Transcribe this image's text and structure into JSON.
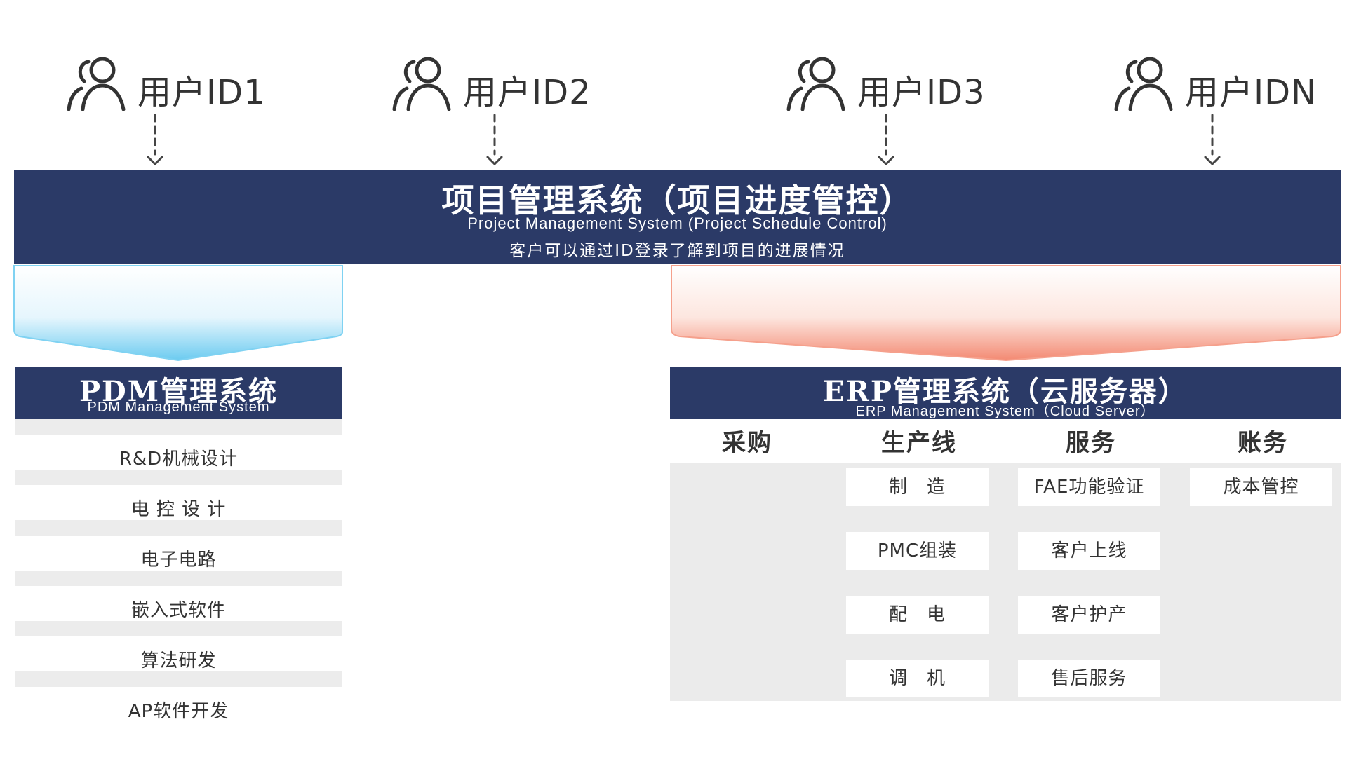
{
  "users": [
    {
      "label": "用户ID1",
      "icon": "user-icon"
    },
    {
      "label": "用户ID2",
      "icon": "user-icon"
    },
    {
      "label": "用户ID3",
      "icon": "user-icon"
    },
    {
      "label": "用户IDN",
      "icon": "user-icon"
    }
  ],
  "banner": {
    "title": "项目管理系统（项目进度管控）",
    "subtitle_en": "Project Management System (Project Schedule Control)",
    "description": "客户可以通过ID登录了解到项目的进展情况"
  },
  "pdm": {
    "title": "PDM管理系统",
    "subtitle_en": "PDM Management System",
    "items": [
      "R&D机械设计",
      "电 控 设 计",
      "电子电路",
      "嵌入式软件",
      "算法研发",
      "AP软件开发"
    ]
  },
  "erp": {
    "title": "ERP管理系统（云服务器）",
    "subtitle_en": "ERP Management System（Cloud Server）",
    "columns": [
      {
        "title": "采购",
        "items": []
      },
      {
        "title": "生产线",
        "items": [
          "制　造",
          "PMC组装",
          "配　电",
          "调　机"
        ]
      },
      {
        "title": "服务",
        "items": [
          "FAE功能验证",
          "客户上线",
          "客户护产",
          "售后服务"
        ]
      },
      {
        "title": "账务",
        "items": [
          "成本管控"
        ]
      }
    ]
  },
  "colors": {
    "navy": "#2b3a67",
    "pdm_gradient": "#5ec8f0",
    "erp_gradient": "#f38a73",
    "panel_gray": "#ebebeb"
  }
}
